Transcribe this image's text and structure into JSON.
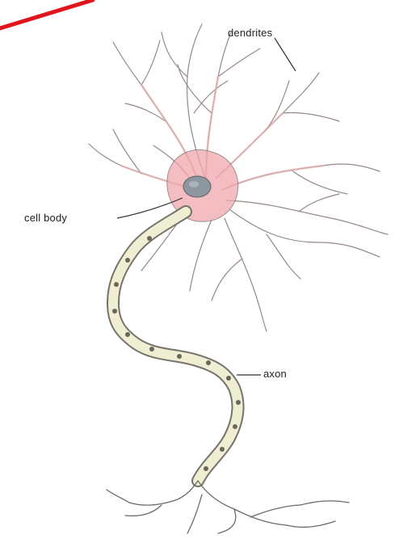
{
  "labels": {
    "dendrites": "dendrites",
    "cell_body": "cell body",
    "axon": "axon"
  },
  "colors": {
    "background": "#ffffff",
    "red_stroke": "#e0141b",
    "dendrite_line": "#8a7c7a",
    "dendrite_tint": "#f2b7b9",
    "soma_fill": "#f0a7ad",
    "nucleus_fill": "#8e979f",
    "myelin_fill": "#efeed3",
    "myelin_edge": "#77736a"
  }
}
